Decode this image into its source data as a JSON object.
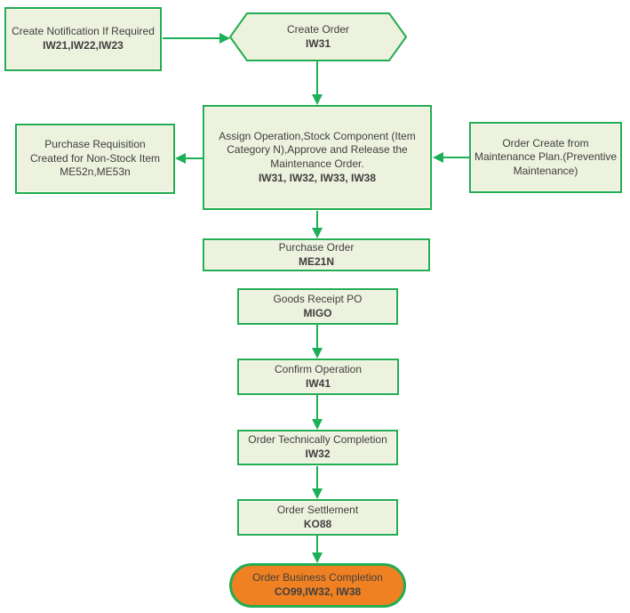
{
  "colors": {
    "shape_border": "#23AC51",
    "shape_fill": "#EDF2DE",
    "arrow": "#1CAF55",
    "terminator_fill": "#F08122",
    "text": "#3F3F3F"
  },
  "nodes": {
    "create_notification": {
      "lines": [
        "Create Notification If Required"
      ],
      "code": "IW21,IW22,IW23"
    },
    "create_order": {
      "lines": [
        "Create Order"
      ],
      "code": "IW31"
    },
    "assign_operation": {
      "lines": [
        "Assign Operation,Stock Component (Item",
        "Category N),Approve and Release the",
        "Maintenance Order."
      ],
      "code": "IW31, IW32, IW33, IW38"
    },
    "purchase_requisition": {
      "lines": [
        "Purchase Requisition",
        "Created for Non-Stock Item",
        "ME52n,ME53n"
      ]
    },
    "order_from_maintenance_plan": {
      "lines": [
        "Order Create from",
        "Maintenance Plan.(Preventive",
        "Maintenance)"
      ]
    },
    "purchase_order": {
      "lines": [
        "Purchase Order"
      ],
      "code": "ME21N"
    },
    "goods_receipt_po": {
      "lines": [
        "Goods Receipt PO"
      ],
      "code": "MIGO"
    },
    "confirm_operation": {
      "lines": [
        "Confirm Operation"
      ],
      "code": "IW41"
    },
    "order_technically_completion": {
      "lines": [
        "Order Technically Completion"
      ],
      "code": "IW32"
    },
    "order_settlement": {
      "lines": [
        "Order Settlement"
      ],
      "code": "KO88"
    },
    "order_business_completion": {
      "lines": [
        "Order Business Completion"
      ],
      "code": "CO99,IW32, IW38"
    }
  }
}
